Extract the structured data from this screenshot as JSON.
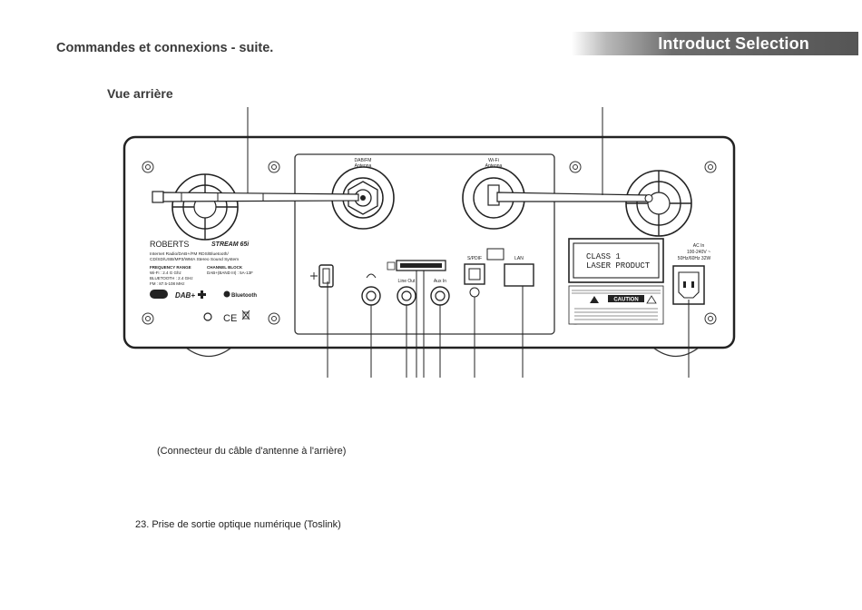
{
  "header": {
    "title": "Introduct Selection"
  },
  "section": {
    "title": "Commandes et connexions - suite.",
    "subtitle": "Vue arrière"
  },
  "device": {
    "brand": "ROBERTS",
    "model_logo": "STREAM 65i",
    "description_line1": "Internet Radio/DAB+/FM RDS/Bluetooth/",
    "description_line2": "CD/SD/USB/MP3/WMA Stereo Sound System",
    "freq_header": "FREQUENCY RANGE",
    "channel_header": "CHANNEL BLOCK",
    "freq_wifi": "Wi-Fi : 2.4 G Ghz",
    "freq_bluetooth": "BLUETOOTH : 2.4 GHz",
    "freq_fm": "FM : 87.5-108 MHz",
    "channel_dab": "DAB+(BAND III) : 5A-13F",
    "dab_antenna_label_1": "DAB/FM",
    "dab_antenna_label_2": "Antenna",
    "wifi_antenna_label_1": "Wi-Fi",
    "wifi_antenna_label_2": "Antenna",
    "line_out_label": "Line Out",
    "aux_in_label": "Aux In",
    "spdif_label": "S/PDIF",
    "lan_label": "LAN",
    "laser_line1": "CLASS 1",
    "laser_line2": "LASER PRODUCT",
    "ac_label_1": "AC In",
    "ac_label_2": "100-240V ~",
    "ac_label_3": "50Hz/60Hz  32W",
    "caution_label": "CAUTION",
    "dab_logo": "DAB+",
    "bluetooth_logo": "Bluetooth"
  },
  "captions": {
    "antenna_note": "(Connecteur du câble d'antenne à l'arrière)",
    "item_23": "23. Prise de sortie optique numérique (Toslink)"
  }
}
